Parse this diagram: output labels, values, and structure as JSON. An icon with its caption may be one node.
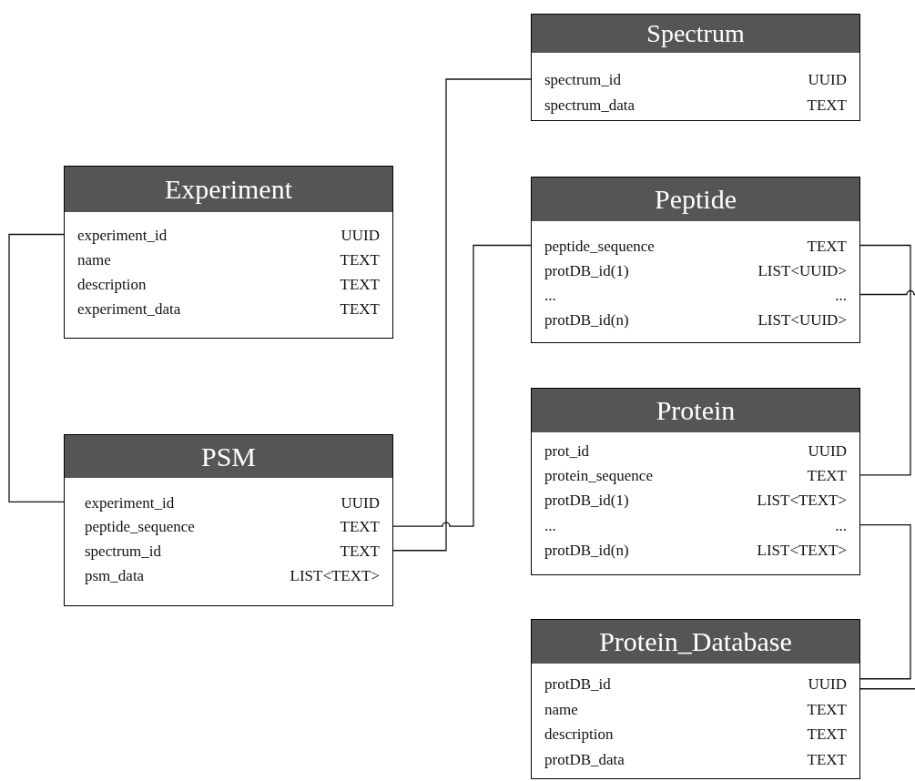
{
  "diagram": {
    "nodes": [
      {
        "text": [
          "Spectrum"
        ]
      },
      {
        "text": [
          "spectrum_id",
          "UUID"
        ],
        "in": 0
      },
      {
        "text": [
          "spectrum_data",
          "TEXT"
        ],
        "in": 0
      },
      {
        "text": [
          "Experiment"
        ]
      },
      {
        "text": [
          "experiment_id",
          "UUID"
        ],
        "in": 3
      },
      {
        "text": [
          "name",
          "TEXT"
        ],
        "in": 3
      },
      {
        "text": [
          "description",
          "TEXT"
        ],
        "in": 3
      },
      {
        "text": [
          "experiment_data",
          "TEXT"
        ],
        "in": 3
      },
      {
        "text": [
          "Peptide"
        ]
      },
      {
        "text": [
          "peptide_sequence",
          "TEXT"
        ],
        "in": 8
      },
      {
        "text": [
          "protDB_id(1)",
          "LIST<UUID>"
        ],
        "in": 8
      },
      {
        "text": [
          "...",
          "..."
        ],
        "in": 8
      },
      {
        "text": [
          "protDB_id(n)",
          "LIST<UUID>"
        ],
        "in": 8
      },
      {
        "text": [
          "Protein"
        ]
      },
      {
        "text": [
          "prot_id",
          "UUID"
        ],
        "in": 13
      },
      {
        "text": [
          "protein_sequence",
          "TEXT"
        ],
        "in": 13
      },
      {
        "text": [
          "protDB_id(1)",
          "LIST<TEXT>"
        ],
        "in": 13
      },
      {
        "text": [
          "...",
          "..."
        ],
        "in": 13
      },
      {
        "text": [
          "protDB_id(n)",
          "LIST<TEXT>"
        ],
        "in": 13
      },
      {
        "text": [
          "PSM"
        ]
      },
      {
        "text": [
          "experiment_id",
          "UUID"
        ],
        "in": 19
      },
      {
        "text": [
          "peptide_sequence",
          "TEXT"
        ],
        "in": 19
      },
      {
        "text": [
          "spectrum_id",
          "TEXT"
        ],
        "in": 19
      },
      {
        "text": [
          "psm_data",
          "LIST<TEXT>"
        ],
        "in": 19
      },
      {
        "text": [
          "Protein_Database"
        ]
      },
      {
        "text": [
          "protDB_id",
          "UUID"
        ],
        "in": 24
      },
      {
        "text": [
          "name",
          "TEXT"
        ],
        "in": 24
      },
      {
        "text": [
          "description",
          "TEXT"
        ],
        "in": 24
      },
      {
        "text": [
          "protDB_data",
          "TEXT"
        ],
        "in": 24
      }
    ],
    "edges": [
      {
        "from": 4,
        "to": 20,
        "arrow": "none"
      },
      {
        "from": 21,
        "to": 9,
        "arrow": "none"
      },
      {
        "from": 22,
        "to": 1,
        "arrow": "none"
      },
      {
        "from": 9,
        "to": 15,
        "arrow": "none"
      },
      {
        "from": 11,
        "to": null,
        "arrow": "none"
      },
      {
        "from": 17,
        "to": 25,
        "arrow": "none"
      },
      {
        "from": 25,
        "to": null,
        "arrow": "none"
      }
    ]
  }
}
